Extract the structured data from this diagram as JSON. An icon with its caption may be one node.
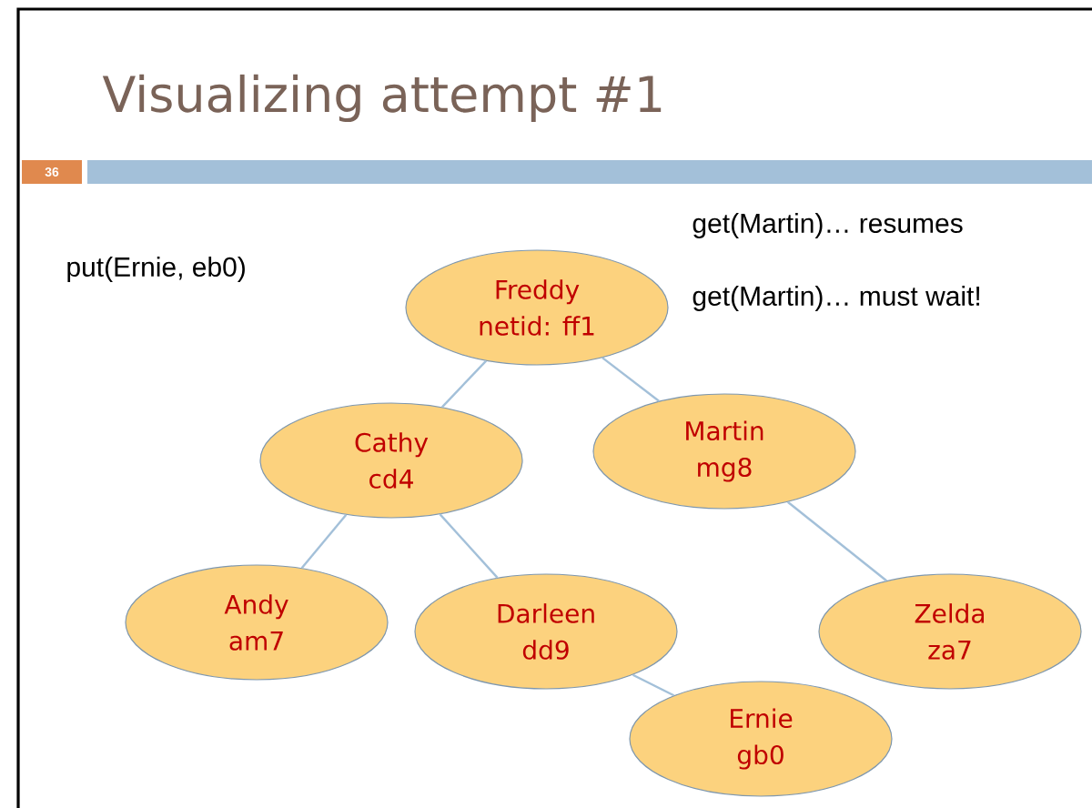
{
  "diagram": {
    "title": "Visualizing attempt #1",
    "nodes": [
      {
        "text": [
          "Freddy",
          "netid: ff1"
        ]
      },
      {
        "text": [
          "Cathy",
          "cd4"
        ]
      },
      {
        "text": [
          "Martin",
          "mg8"
        ]
      },
      {
        "text": [
          "Andy",
          "am7"
        ]
      },
      {
        "text": [
          "Darleen",
          "dd9"
        ]
      },
      {
        "text": [
          "Zelda",
          "za7"
        ]
      },
      {
        "text": [
          "Ernie",
          "gb0"
        ]
      }
    ],
    "edges": [
      {
        "from": 0,
        "to": 1,
        "arrow": "none"
      },
      {
        "from": 0,
        "to": 2,
        "arrow": "none"
      },
      {
        "from": 1,
        "to": 3,
        "arrow": "none"
      },
      {
        "from": 1,
        "to": 4,
        "arrow": "none"
      },
      {
        "from": 2,
        "to": 5,
        "arrow": "none"
      },
      {
        "from": 4,
        "to": 6,
        "arrow": "none"
      }
    ],
    "labels": [
      "36",
      "get(Martin)… resumes",
      "put(Ernie, eb0)",
      "get(Martin)… must wait!"
    ]
  }
}
